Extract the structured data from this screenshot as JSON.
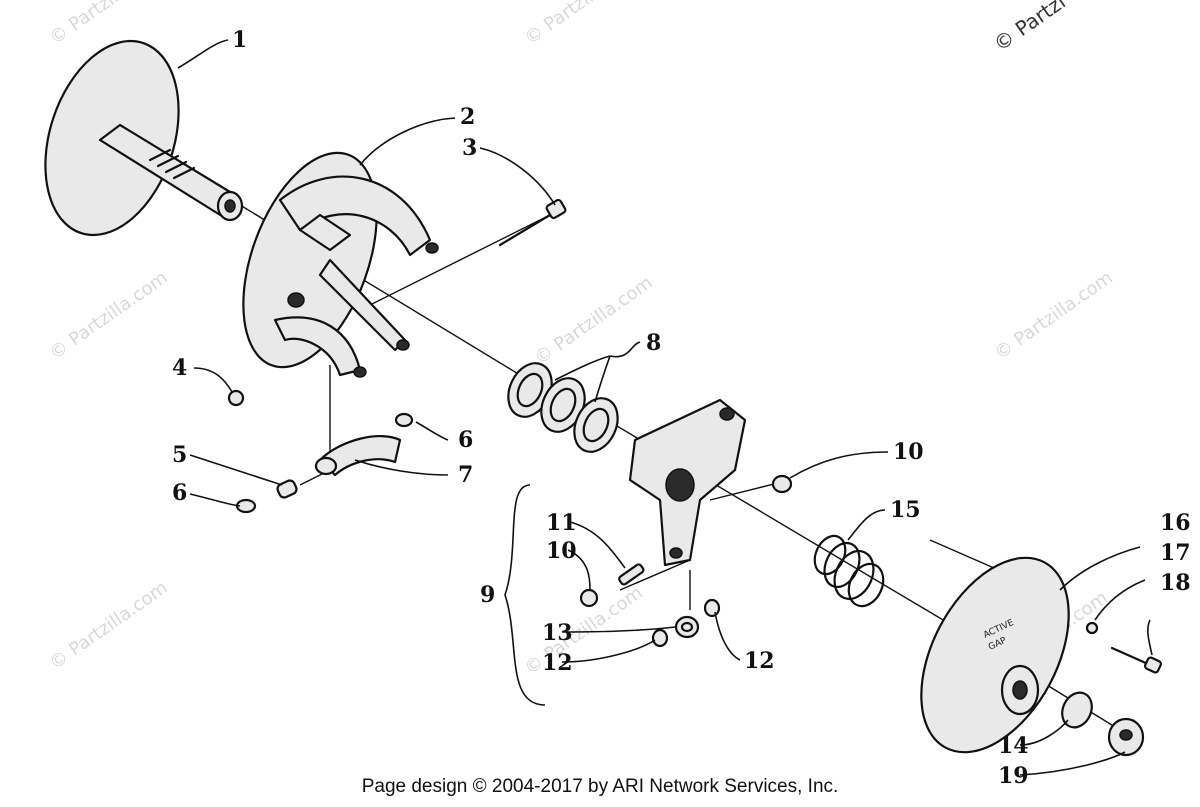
{
  "watermark": {
    "text": "© Partzilla.com",
    "corner_text": "© Partzi"
  },
  "callouts": [
    "1",
    "2",
    "3",
    "4",
    "5",
    "6",
    "7",
    "6",
    "8",
    "10",
    "15",
    "16",
    "17",
    "18",
    "11",
    "10",
    "9",
    "13",
    "12",
    "12",
    "14",
    "19"
  ],
  "footer": {
    "text": "Page design © 2004-2017 by ARI Network Services, Inc."
  },
  "part_labels": {
    "active_gap_line1": "ACTIVE",
    "active_gap_line2": "GAP"
  }
}
